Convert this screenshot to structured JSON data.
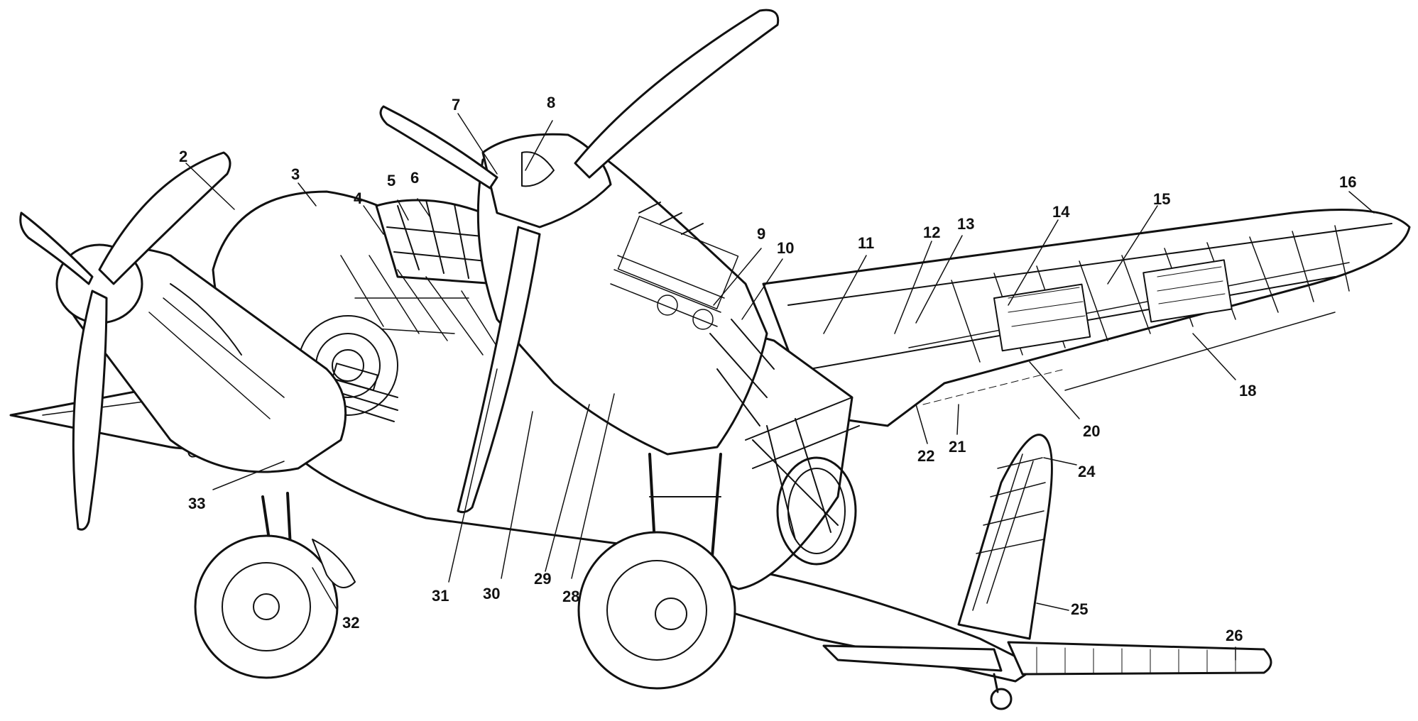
{
  "diagram": {
    "subject": "cutaway-aircraft-drawing",
    "callouts": [
      "2",
      "3",
      "4",
      "5",
      "6",
      "7",
      "8",
      "9",
      "10",
      "11",
      "12",
      "13",
      "14",
      "15",
      "16",
      "18",
      "20",
      "21",
      "22",
      "24",
      "25",
      "26",
      "28",
      "29",
      "30",
      "31",
      "32",
      "33"
    ]
  },
  "colors": {
    "ink": "#111111",
    "paper": "#ffffff",
    "shade": "#d9d9d9"
  }
}
